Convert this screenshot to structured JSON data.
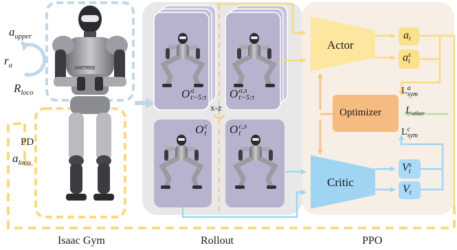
{
  "sections": {
    "isaac_gym": "Isaac Gym",
    "rollout": "Rollout",
    "ppo": "PPO"
  },
  "robot_brand": "UNITREE",
  "env_labels": {
    "a_upper": {
      "base": "a",
      "sub": "upper"
    },
    "r_a": {
      "base": "r",
      "sub": "a"
    },
    "R_loco": {
      "base": "R",
      "sub": "loco"
    },
    "pd": "PD",
    "a_loco": {
      "base": "a",
      "sub": "loco"
    }
  },
  "rollout": {
    "obs_actor": {
      "base": "O",
      "sup": "a",
      "sub": "t−5:t"
    },
    "obs_actor_sym": {
      "base": "O",
      "sup": "a,s",
      "sub": "t−5:t"
    },
    "flip_axis": "x-z",
    "obs_critic": {
      "base": "O",
      "sup": "c",
      "sub": "t"
    },
    "obs_critic_sym": {
      "base": "O",
      "sup": "c,s",
      "sub": "t"
    }
  },
  "ppo": {
    "actor": "Actor",
    "critic": "Critic",
    "optimizer": "Optimizer",
    "a_t": {
      "base": "a",
      "sub": "t"
    },
    "a_t_s": {
      "base": "a",
      "sup": "s",
      "sub": "t"
    },
    "V_t_s": {
      "base": "V",
      "sup": "s",
      "sub": "t"
    },
    "V_t": {
      "base": "V",
      "sub": "t"
    },
    "L_sym_a": {
      "base": "L",
      "sup": "a",
      "sub": "sym"
    },
    "L_other": {
      "base": "L",
      "sub": "other"
    },
    "L_sym_c": {
      "base": "L",
      "sup": "c",
      "sub": "sym"
    }
  },
  "colors": {
    "actor_block": "#fde7a0",
    "critic_block": "#9fd5f2",
    "optimizer_block": "#f5bb80",
    "output_box_actor": "#fde18a",
    "output_box_critic": "#a9daf7",
    "yellow_flow": "#fbd981",
    "blue_flow": "#9ed6f3",
    "green_flow": "#b7dea3",
    "orange_flow": "#f4c48f",
    "robot_frame": "#c2d7e8",
    "rollout_panel": "#e8e8e8",
    "ppo_panel": "#f7efe6",
    "obs_card": "#b9b2cf"
  }
}
